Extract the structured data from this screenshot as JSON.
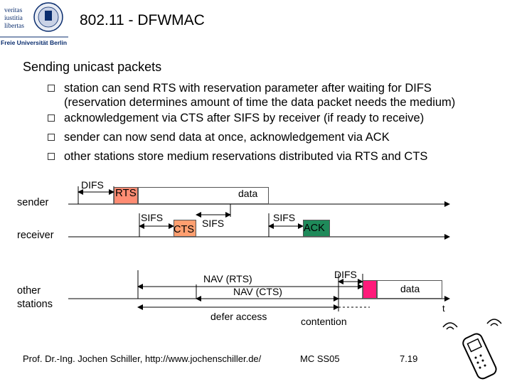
{
  "logo": {
    "lines": [
      "veritas",
      "iustitia",
      "libertas"
    ],
    "university": "Freie Universität Berlin"
  },
  "title": "802.11 - DFWMAC",
  "subtitle": "Sending unicast packets",
  "bullets": [
    {
      "line1": "station can send RTS with reservation parameter after waiting for DIFS",
      "line2": "(reservation determines amount of time the data packet needs the medium)"
    },
    {
      "line1": "acknowledgement via CTS after SIFS by receiver (if ready to receive)"
    },
    {
      "line1": "sender can now send data at once, acknowledgement via ACK"
    },
    {
      "line1": "other stations store medium reservations distributed via RTS and CTS"
    }
  ],
  "diagram": {
    "rows": {
      "sender": "sender",
      "receiver": "receiver",
      "other": "other\nstations"
    },
    "labels": {
      "difs_sender": "DIFS",
      "rts": "RTS",
      "data_sender": "data",
      "sifs1": "SIFS",
      "cts": "CTS",
      "sifs2": "SIFS",
      "sifs3": "SIFS",
      "ack": "ACK",
      "nav_rts": "NAV (RTS)",
      "nav_cts": "NAV (CTS)",
      "difs_other": "DIFS",
      "data_other": "data",
      "t": "t",
      "defer": "defer access",
      "contention": "contention"
    },
    "colors": {
      "rts": "#ff8c73",
      "cts": "#ff9f70",
      "ack": "#1f8a5a",
      "contention": "#ff1a7a"
    }
  },
  "footer": {
    "author": "Prof. Dr.-Ing. Jochen Schiller, http://www.jochenschiller.de/",
    "course": "MC SS05",
    "page": "7.19"
  }
}
